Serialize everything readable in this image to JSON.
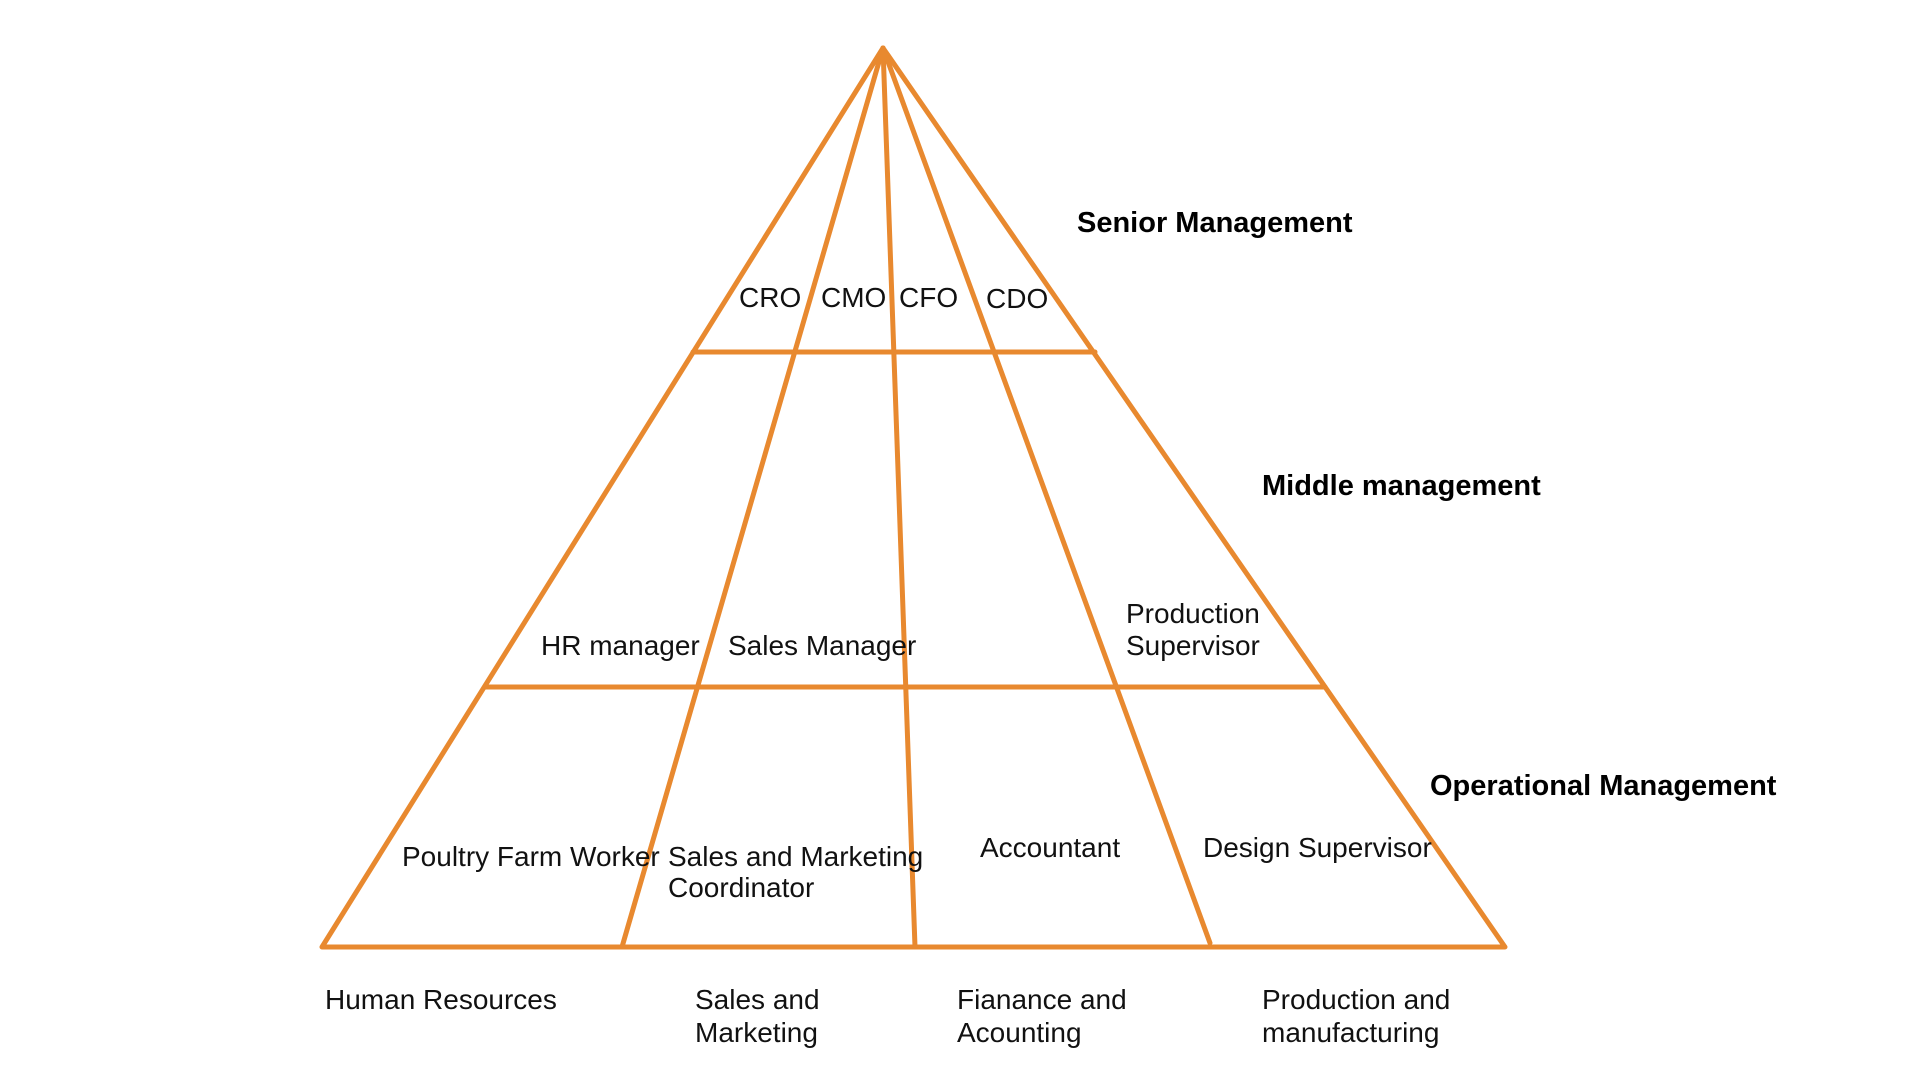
{
  "colors": {
    "line": "#E8892F",
    "text": "#111111"
  },
  "levels": {
    "senior": "Senior Management",
    "middle": "Middle management",
    "operational": "Operational Management"
  },
  "senior_roles": {
    "cro": "CRO",
    "cmo": "CMO",
    "cfo": "CFO",
    "cdo": "CDO"
  },
  "middle_roles": {
    "hr": "HR manager",
    "sales": "Sales Manager",
    "production_line1": "Production",
    "production_line2": "Supervisor"
  },
  "operational_roles": {
    "poultry": "Poultry Farm Worker",
    "coordinator_line1": "Sales and Marketing",
    "coordinator_line2": "Coordinator",
    "accountant": "Accountant",
    "design": "Design Supervisor"
  },
  "departments": {
    "hr": "Human Resources",
    "sales_line1": "Sales and",
    "sales_line2": "Marketing",
    "finance_line1": "Fianance and",
    "finance_line2": "Acounting",
    "production_line1": "Production and",
    "production_line2": "manufacturing"
  }
}
